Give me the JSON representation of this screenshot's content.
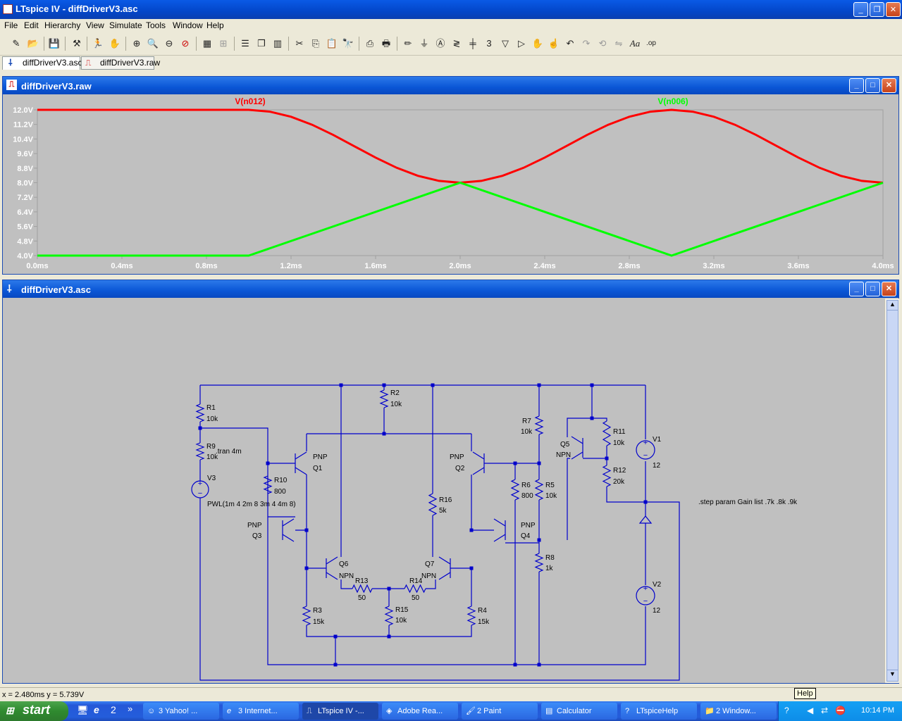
{
  "app": {
    "title": "LTspice IV - diffDriverV3.asc",
    "window_buttons": [
      "_",
      "❐",
      "✕"
    ]
  },
  "menu": [
    "File",
    "Edit",
    "Hierarchy",
    "View",
    "Simulate",
    "Tools",
    "Window",
    "Help"
  ],
  "toolbar_icons": [
    "new-schematic-icon",
    "open-icon",
    "save-icon",
    "control-panel-icon",
    "run-icon",
    "halt-icon",
    "zoom-in-icon",
    "zoom-area-icon",
    "zoom-out-icon",
    "zoom-cancel-icon",
    "autorange-icon",
    "grid-icon",
    "tile-horizontal-icon",
    "cascade-icon",
    "tile-vertical-icon",
    "cut-icon",
    "copy-icon",
    "paste-icon",
    "find-icon",
    "print-setup-icon",
    "print-icon",
    "draw-wire-icon",
    "ground-icon",
    "label-net-icon",
    "resistor-icon",
    "capacitor-icon",
    "inductor-icon",
    "diode-icon",
    "component-icon",
    "move-icon",
    "drag-icon",
    "undo-icon",
    "redo-icon",
    "rotate-icon",
    "mirror-icon",
    "text-icon",
    "spice-directive-icon"
  ],
  "tabs": [
    {
      "label": "diffDriverV3.asc",
      "active": true
    },
    {
      "label": "diffDriverV3.raw",
      "active": false
    }
  ],
  "plot_window": {
    "title": "diffDriverV3.raw"
  },
  "chart_data": {
    "type": "line",
    "title": "",
    "xlabel": "",
    "ylabel": "",
    "xlim": [
      0.0,
      4.0
    ],
    "ylim": [
      4.0,
      12.0
    ],
    "x_ticks": [
      "0.0ms",
      "0.4ms",
      "0.8ms",
      "1.2ms",
      "1.6ms",
      "2.0ms",
      "2.4ms",
      "2.8ms",
      "3.2ms",
      "3.6ms",
      "4.0ms"
    ],
    "y_ticks": [
      "12.0V",
      "11.2V",
      "10.4V",
      "9.6V",
      "8.8V",
      "8.0V",
      "7.2V",
      "6.4V",
      "5.6V",
      "4.8V",
      "4.0V"
    ],
    "grid": false,
    "series": [
      {
        "name": "V(n012)",
        "color": "#ff0000",
        "x": [
          0.0,
          1.0,
          1.1,
          1.2,
          1.3,
          1.4,
          1.5,
          1.6,
          1.7,
          1.8,
          1.9,
          2.0,
          2.1,
          2.2,
          2.3,
          2.4,
          2.5,
          2.6,
          2.7,
          2.8,
          2.9,
          3.0,
          3.1,
          3.2,
          3.3,
          3.4,
          3.5,
          3.6,
          3.7,
          3.8,
          3.9,
          4.0
        ],
        "y": [
          12.0,
          12.0,
          11.9,
          11.62,
          11.18,
          10.62,
          10.0,
          9.38,
          8.82,
          8.38,
          8.1,
          8.0,
          8.1,
          8.38,
          8.82,
          9.38,
          10.0,
          10.62,
          11.18,
          11.62,
          11.9,
          12.0,
          11.9,
          11.62,
          11.18,
          10.62,
          10.0,
          9.38,
          8.82,
          8.38,
          8.1,
          8.0
        ]
      },
      {
        "name": "V(n006)",
        "color": "#00ff00",
        "x": [
          0.0,
          1.0,
          2.0,
          3.0,
          4.0
        ],
        "y": [
          4.0,
          4.0,
          8.0,
          4.0,
          8.0
        ]
      }
    ]
  },
  "schematic_window": {
    "title": "diffDriverV3.asc",
    "components": [
      {
        "ref": "R1",
        "value": "10k"
      },
      {
        "ref": "R9",
        "value": "10k"
      },
      {
        "ref": "R2",
        "value": "10k"
      },
      {
        "ref": "R10",
        "value": "800"
      },
      {
        "ref": "R3",
        "value": "15k"
      },
      {
        "ref": "R13",
        "value": "50"
      },
      {
        "ref": "R15",
        "value": "10k"
      },
      {
        "ref": "R14",
        "value": "50"
      },
      {
        "ref": "R16",
        "value": "5k"
      },
      {
        "ref": "R4",
        "value": "15k"
      },
      {
        "ref": "R6",
        "value": "800"
      },
      {
        "ref": "R7",
        "value": "10k"
      },
      {
        "ref": "R5",
        "value": "10k"
      },
      {
        "ref": "R8",
        "value": "1k"
      },
      {
        "ref": "R11",
        "value": "10k"
      },
      {
        "ref": "R12",
        "value": "20k"
      },
      {
        "ref": "Q1",
        "model": "PNP"
      },
      {
        "ref": "Q2",
        "model": "PNP"
      },
      {
        "ref": "Q3",
        "model": "PNP"
      },
      {
        "ref": "Q4",
        "model": "PNP"
      },
      {
        "ref": "Q5",
        "model": "NPN"
      },
      {
        "ref": "Q6",
        "model": "NPN"
      },
      {
        "ref": "Q7",
        "model": "NPN"
      },
      {
        "ref": "V1",
        "value": "12"
      },
      {
        "ref": "V2",
        "value": "12"
      },
      {
        "ref": "V3",
        "value": "PWL(1m 4 2m 8 3m 4 4m 8)"
      }
    ],
    "directives": [
      ".tran 4m",
      ".step param Gain list .7k .8k .9k"
    ]
  },
  "status": {
    "cursor": "x = 2.480ms    y = 5.739V",
    "tooltip": "Help"
  },
  "taskbar": {
    "start": "start",
    "tasks": [
      {
        "label": "3 Yahoo! ...",
        "active": false
      },
      {
        "label": "3 Internet...",
        "active": false
      },
      {
        "label": "LTspice IV -...",
        "active": true
      },
      {
        "label": "Adobe Rea...",
        "active": false
      },
      {
        "label": "2 Paint",
        "active": false
      },
      {
        "label": "Calculator",
        "active": false
      },
      {
        "label": "LTspiceHelp",
        "active": false
      },
      {
        "label": "2 Window...",
        "active": false
      }
    ],
    "quicklaunch_count": "2",
    "clock": "10:14 PM"
  }
}
